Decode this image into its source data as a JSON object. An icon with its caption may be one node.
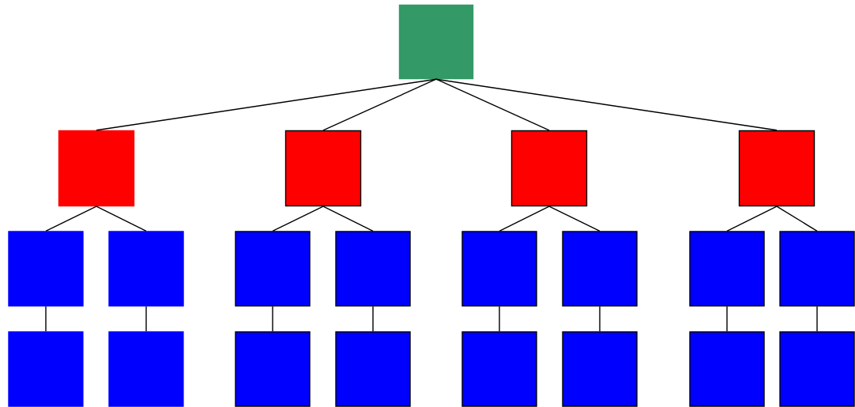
{
  "diagram": {
    "nodes": [
      {
        "text": [],
        "shape": "box"
      },
      {
        "text": [],
        "shape": "box"
      },
      {
        "text": [],
        "shape": "box"
      },
      {
        "text": [],
        "shape": "box"
      },
      {
        "text": [],
        "shape": "box"
      },
      {
        "text": [],
        "shape": "box"
      },
      {
        "text": [],
        "shape": "box"
      },
      {
        "text": [],
        "shape": "box"
      },
      {
        "text": [],
        "shape": "box"
      },
      {
        "text": [],
        "shape": "box"
      },
      {
        "text": [],
        "shape": "box"
      },
      {
        "text": [],
        "shape": "box"
      },
      {
        "text": [],
        "shape": "box"
      },
      {
        "text": [],
        "shape": "box"
      },
      {
        "text": [],
        "shape": "box"
      },
      {
        "text": [],
        "shape": "box"
      },
      {
        "text": [],
        "shape": "box"
      },
      {
        "text": [],
        "shape": "box"
      },
      {
        "text": [],
        "shape": "box"
      },
      {
        "text": [],
        "shape": "box"
      },
      {
        "text": [],
        "shape": "box"
      }
    ],
    "edges": [
      {
        "from": 0,
        "to": 1,
        "arrow": "none"
      },
      {
        "from": 0,
        "to": 2,
        "arrow": "none"
      },
      {
        "from": 0,
        "to": 3,
        "arrow": "none"
      },
      {
        "from": 0,
        "to": 4,
        "arrow": "none"
      },
      {
        "from": 1,
        "to": 5,
        "arrow": "none"
      },
      {
        "from": 1,
        "to": 6,
        "arrow": "none"
      },
      {
        "from": 2,
        "to": 7,
        "arrow": "none"
      },
      {
        "from": 2,
        "to": 8,
        "arrow": "none"
      },
      {
        "from": 3,
        "to": 9,
        "arrow": "none"
      },
      {
        "from": 3,
        "to": 10,
        "arrow": "none"
      },
      {
        "from": 4,
        "to": 11,
        "arrow": "none"
      },
      {
        "from": 4,
        "to": 12,
        "arrow": "none"
      },
      {
        "from": 5,
        "to": 13,
        "arrow": "none"
      },
      {
        "from": 6,
        "to": 14,
        "arrow": "none"
      },
      {
        "from": 7,
        "to": 15,
        "arrow": "none"
      },
      {
        "from": 8,
        "to": 16,
        "arrow": "none"
      },
      {
        "from": 9,
        "to": 17,
        "arrow": "none"
      },
      {
        "from": 10,
        "to": 18,
        "arrow": "none"
      },
      {
        "from": 11,
        "to": 19,
        "arrow": "none"
      },
      {
        "from": 12,
        "to": 20,
        "arrow": "none"
      }
    ]
  }
}
